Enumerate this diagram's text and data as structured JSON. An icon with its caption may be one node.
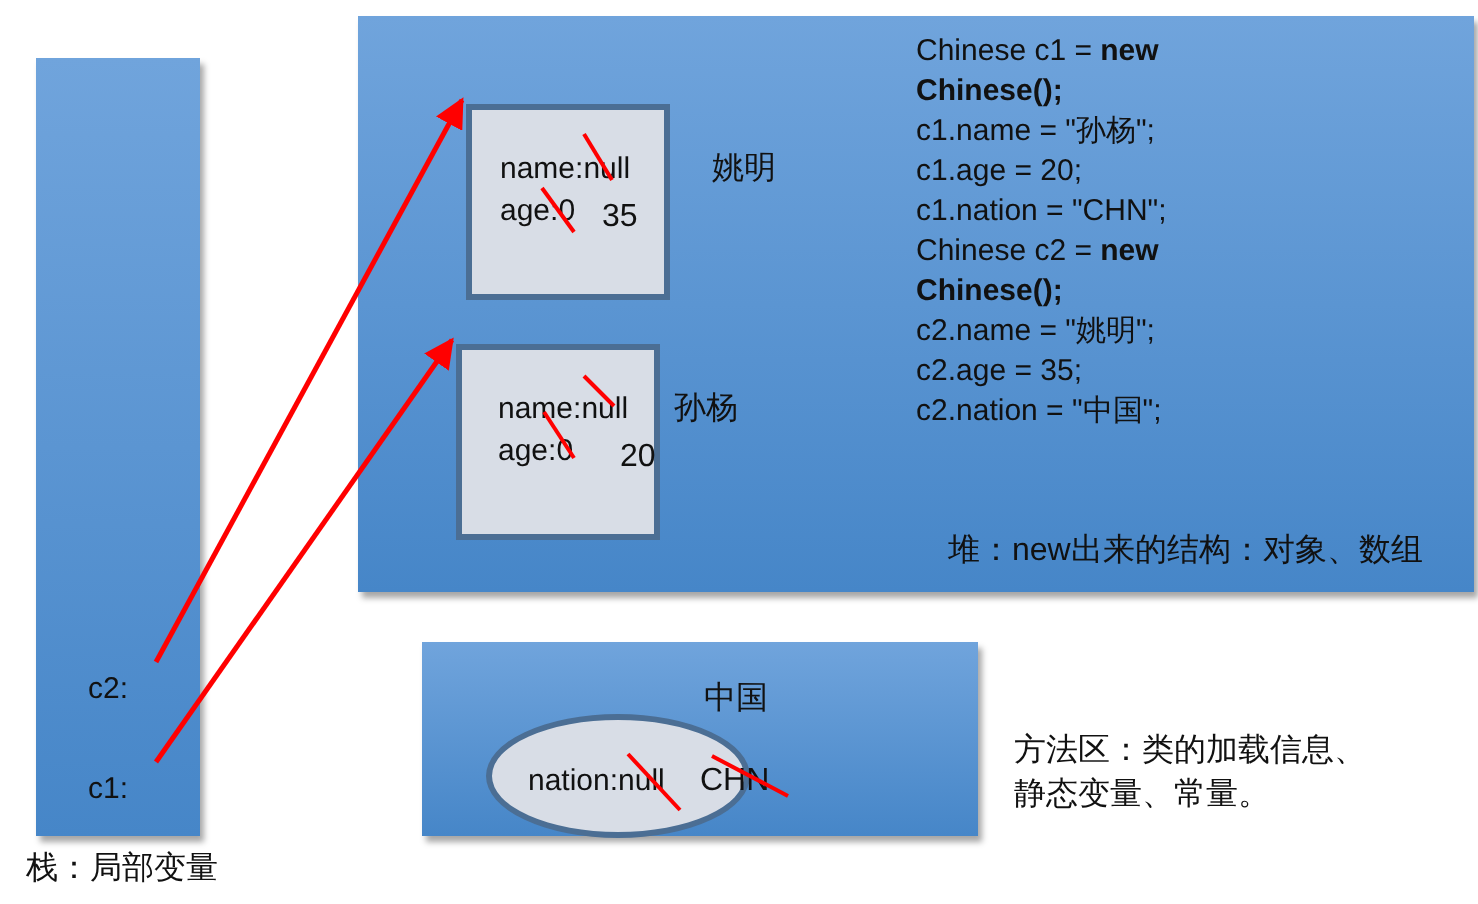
{
  "diagram": {
    "nodes": [
      {
        "text": [
          "栈：局部变量"
        ]
      },
      {
        "text": [
          "c2:"
        ],
        "in": 0
      },
      {
        "text": [
          "c1:"
        ],
        "in": 0
      },
      {
        "text": [
          "Chinese c1 = **new Chinese();**",
          "c1.name = \"孙杨\";",
          "c1.age = 20;",
          "c1.nation = \"CHN\";",
          "Chinese c2 = **new Chinese();**",
          "c2.name = \"姚明\";",
          "c2.age = 35;",
          "c2.nation = \"中国\";",
          "堆：new出来的结构：对象、数组"
        ]
      },
      {
        "text": [
          "name:null",
          "age:0",
          "35"
        ],
        "beside": [
          "姚明"
        ],
        "in": 3
      },
      {
        "text": [
          "name:null",
          "age:0",
          "20"
        ],
        "beside": [
          "孙杨"
        ],
        "in": 3
      },
      {
        "text": [
          "方法区：类的加载信息、静态变量、常量。"
        ]
      },
      {
        "text": [
          "nation:null",
          "CHN"
        ],
        "beside": [
          "中国"
        ],
        "in": 6
      }
    ],
    "edges": [
      {
        "from": 1,
        "to": 4,
        "arrow": "to"
      },
      {
        "from": 2,
        "to": 5,
        "arrow": "to"
      }
    ]
  }
}
